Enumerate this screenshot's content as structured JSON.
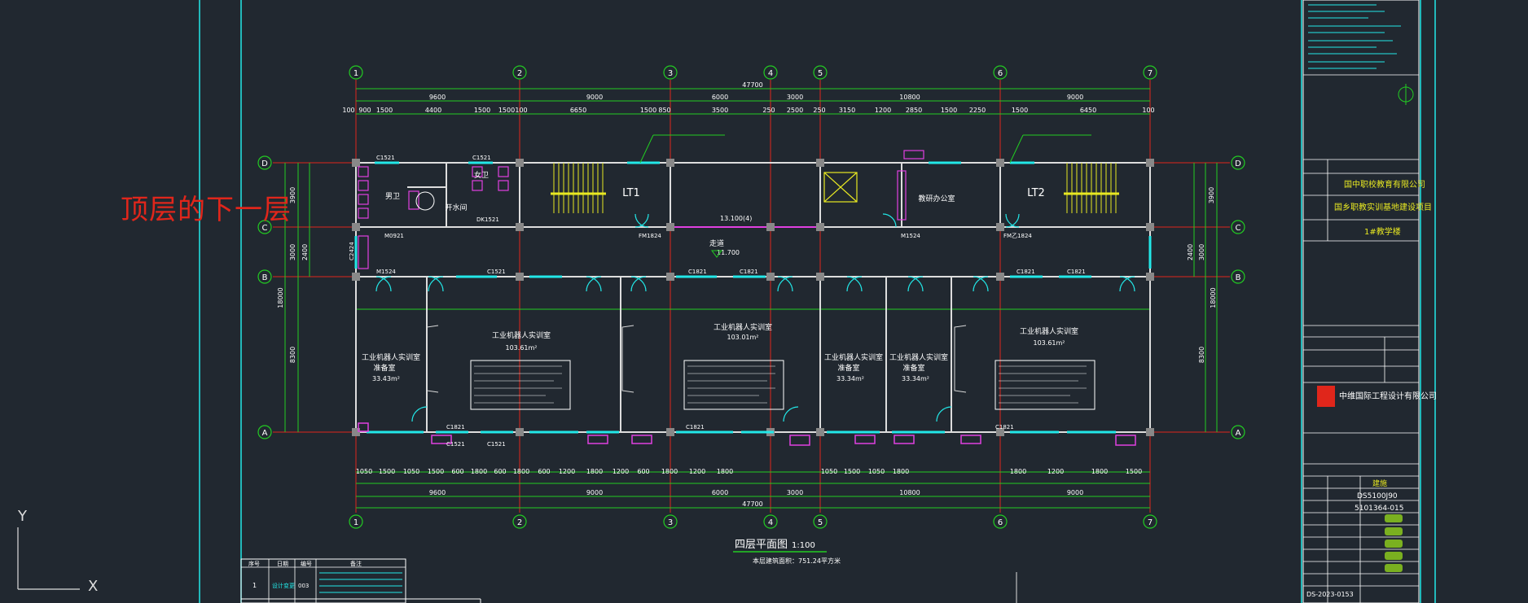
{
  "annotation": {
    "text": "顶层的下一层"
  },
  "grid": {
    "columns": [
      "1",
      "2",
      "3",
      "4",
      "5",
      "6",
      "7"
    ],
    "rows": [
      "D",
      "C",
      "B",
      "A"
    ]
  },
  "dimensions": {
    "top_total": "47700",
    "top_segments": [
      "9600",
      "9000",
      "6000",
      "3000",
      "10800",
      "9000"
    ],
    "top_detail": [
      "100",
      "900",
      "1500",
      "4400",
      "1500",
      "1500",
      "100",
      "6650",
      "1500",
      "850",
      "3500",
      "250",
      "2500",
      "250",
      "3150",
      "1200",
      "2850",
      "1500",
      "2250",
      "1500",
      "6450",
      "100"
    ],
    "bottom_total": "47700",
    "bottom_segments": [
      "9600",
      "9000",
      "6000",
      "3000",
      "10800",
      "9000"
    ],
    "bottom_detail": [
      "1050",
      "1500",
      "1050",
      "1500",
      "600",
      "1800",
      "600",
      "1800",
      "600",
      "1200",
      "1800",
      "1200",
      "600",
      "1800",
      "1200",
      "1800",
      "1050",
      "1500",
      "1050",
      "1800",
      "1800",
      "1200",
      "1800",
      "1500"
    ],
    "left": [
      "3900",
      "3000",
      "2400",
      "18000",
      "8300"
    ],
    "right": [
      "3900",
      "3000",
      "2400",
      "18000",
      "8300"
    ]
  },
  "rooms": [
    {
      "name": "LT1"
    },
    {
      "name": "LT2"
    },
    {
      "name": "男卫"
    },
    {
      "name": "女卫"
    },
    {
      "name": "开水间"
    },
    {
      "name": "教研办公室"
    },
    {
      "name": "走道"
    },
    {
      "name": "工业机器人实训室",
      "area": "103.61m²"
    },
    {
      "name": "工业机器人实训室",
      "area": "103.01m²"
    },
    {
      "name": "工业机器人实训室",
      "area": "103.61m²"
    },
    {
      "name": "工业机器人实训室",
      "sub": "准备室",
      "area": "33.43m²"
    },
    {
      "name": "工业机器人实训室",
      "sub": "准备室",
      "area": "33.34m²"
    },
    {
      "name": "工业机器人实训室",
      "sub": "准备室",
      "area": "33.34m²"
    }
  ],
  "level_marks": [
    "13.100(4)",
    "11.700"
  ],
  "door_labels": [
    "M1524",
    "M0921",
    "C1521",
    "C1821",
    "FM1824",
    "FM乙1824",
    "M1524",
    "C2424",
    "DK1521"
  ],
  "drawing": {
    "title": "四层平面图",
    "scale": "1:100",
    "note": "本层建筑面积：751.24平方米"
  },
  "revision_table": {
    "headers": [
      "序号",
      "日期",
      "编号",
      "备注"
    ],
    "row": [
      "1",
      "设计变更",
      "003"
    ]
  },
  "title_block": {
    "company": "中维国际工程设计有限公司",
    "project_owner": "国中职校教育有限公司",
    "project_name": "国乡职教实训基地建设项目",
    "sub_project": "1#教学楼",
    "drawing_no": "DS-2023-0153",
    "sheet": "建施",
    "code_1": "DS5100J90",
    "code_2": "5101364-015"
  },
  "ucs": {
    "y_label": "Y",
    "x_label": "X"
  },
  "colors": {
    "background": "#212830",
    "grid_line": "#e0261b",
    "dimension": "#22cc22",
    "wall": "#dddddd",
    "window": "#22e8e8",
    "door": "#22e8e8",
    "stair": "#e8e822",
    "furniture": "#e040e0",
    "text": "#ffffff",
    "frame": "#22e8e8",
    "annotation": "#e0261b"
  }
}
